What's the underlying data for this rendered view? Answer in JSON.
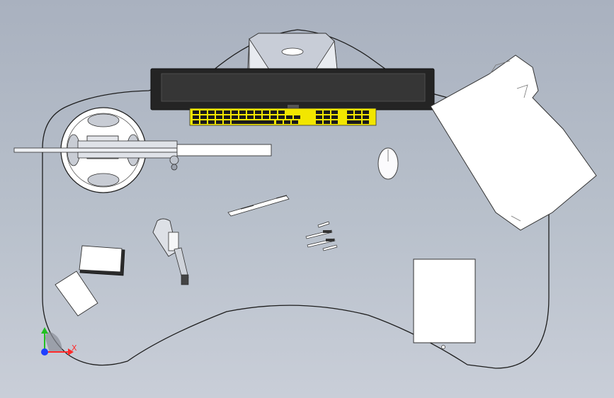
{
  "viewport": {
    "background_top": "#a9b1bf",
    "background_bottom": "#c9ced8"
  },
  "scene": {
    "objects": [
      "desk-surface",
      "monitor",
      "keyboard",
      "mouse",
      "crumpled-paper",
      "tape-reel",
      "caliper",
      "micrometer",
      "pen",
      "drill-bits",
      "notepad",
      "card",
      "sheet-of-paper"
    ],
    "keyboard_accent": "#f2e600",
    "paper_color": "#ffffff",
    "outline_color": "#1e1e1e"
  },
  "triad": {
    "x_label": "X",
    "x_color": "#ff2a2a",
    "y_color": "#22c022",
    "z_color": "#2040ff"
  }
}
